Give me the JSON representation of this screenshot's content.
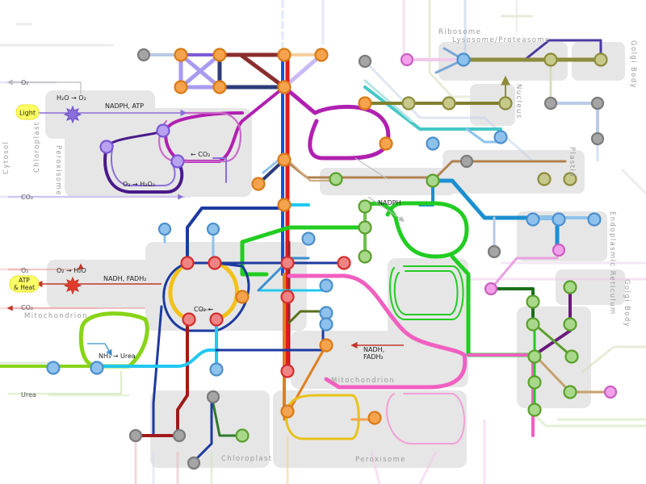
{
  "colors": {
    "region": "#e6e6e6",
    "gray_node": "#a5a5a5",
    "gray_ring": "#7b7b7b",
    "orange_node": "#f5a34c",
    "orange_ring": "#d97a18",
    "red_node": "#f08484",
    "red_ring": "#d32d2d",
    "blue_node": "#8ec2ec",
    "blue_ring": "#4c8fcc",
    "green_node": "#a8d88a",
    "green_ring": "#5aa02c",
    "olive_node": "#c6c98a",
    "olive_ring": "#8c8c3c",
    "purple_node": "#b9a2f0",
    "purple_ring": "#7b59d6",
    "pink_node": "#f2a0ea",
    "pink_ring": "#c95fbf",
    "highlight": "#ffff66"
  },
  "regions": {
    "cytosol": "Cytosol",
    "chloroplast_top": "Chloroplast",
    "peroxisome_top": "Peroxisome",
    "ribosome": "Ribosome",
    "lysosome": "Lysosome/Proteasome",
    "golgi_top": "Golgi Body",
    "nucleus": "Nucleus",
    "plastid": "Plastid",
    "er": "Endoplasmic Reticulum",
    "golgi_mid": "Golgi Body",
    "mitochondrion_left": "Mitochondrion",
    "mitochondrion_mid": "Mitochondrion",
    "chloroplast_bottom": "Chloroplast",
    "peroxisome_bottom": "Peroxisome"
  },
  "annotations": {
    "o2_top": "O₂",
    "light": "Light",
    "co2_left": "CO₂",
    "h2o_o2": "H₂O → O₂",
    "nadph_atp": "NADPH, ATP",
    "co2_arrow": "← CO₂",
    "o2_h2o2": "O₂ → H₂O₂",
    "nadph": "NADPH",
    "o2_mid": "O₂",
    "o2_h2o": "O₂ → H₂O",
    "atp_heat_1": "ATP",
    "atp_heat_2": "& Heat",
    "nadh_fadh2_left": "NADH, FADH₂",
    "co2_mid": "CO₂",
    "co2_mito": "CO₂ ←",
    "nh3_urea": "NH₃ → Urea",
    "urea": "Urea",
    "nadh_fadh2_right_1": "NADH,",
    "nadh_fadh2_right_2": "FADH₂"
  }
}
